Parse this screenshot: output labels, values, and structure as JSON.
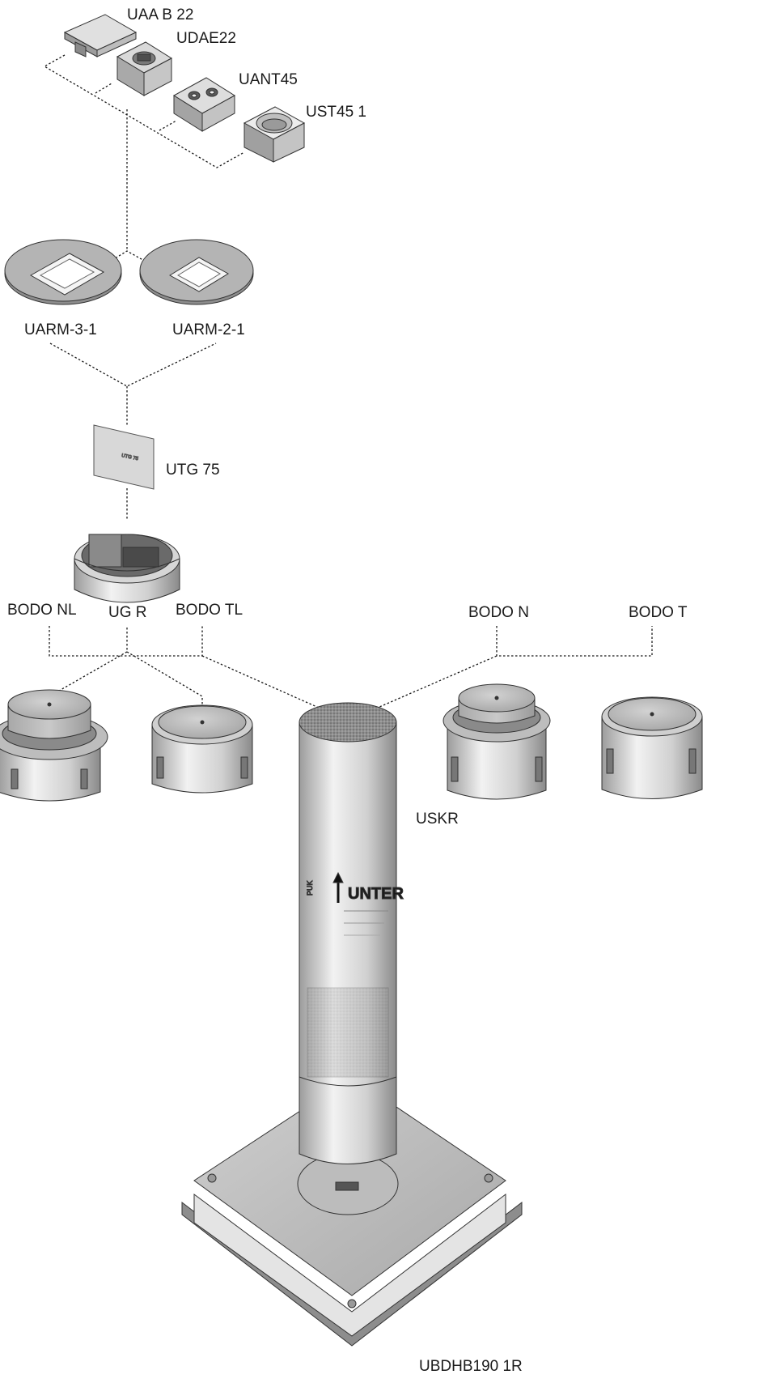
{
  "labels": {
    "uaa_b_22": "UAA B 22",
    "udae22": "UDAE22",
    "uant45": "UANT45",
    "ust45_1": "UST45 1",
    "uarm_3_1": "UARM-3-1",
    "uarm_2_1": "UARM-2-1",
    "utg_75": "UTG 75",
    "ug_r": "UG R",
    "bodo_nl": "BODO NL",
    "bodo_tl": "BODO TL",
    "bodo_n": "BODO N",
    "bodo_t": "BODO T",
    "uskr": "USKR",
    "ubdhb190_1r": "UBDHB190 1R"
  },
  "box_text": {
    "title": "UNTER",
    "brand": "PUK"
  },
  "colors": {
    "line": "#1a1a1a",
    "metal_light": "#e6e6e6",
    "metal_mid": "#bdbdbd",
    "metal_dark": "#7d7d7d",
    "foam": "#9a9a9a"
  }
}
